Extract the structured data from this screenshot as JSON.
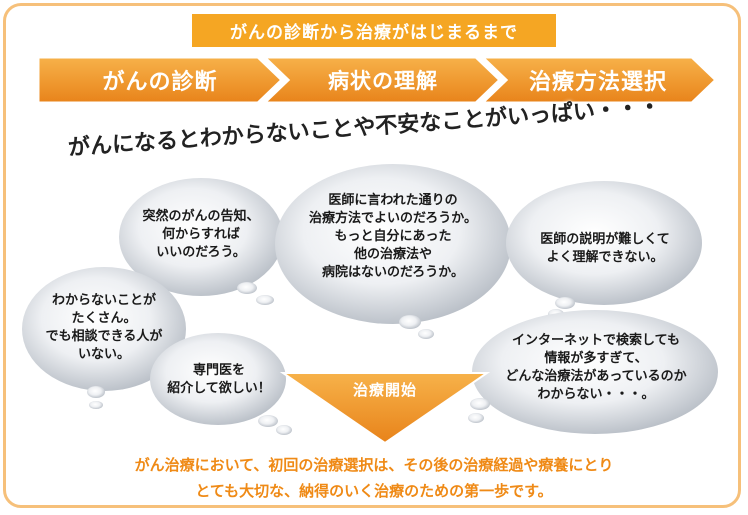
{
  "header": {
    "title": "がんの診断から治療がはじまるまで"
  },
  "steps": [
    {
      "label": "がんの診断"
    },
    {
      "label": "病状の理解"
    },
    {
      "label": "治療方法選択"
    }
  ],
  "headline": "がんになるとわからないことや不安なことがいっぱい・・・",
  "bubbles": {
    "sudden_notice": "突然のがんの告知、\n何からすれば\nいいのだろう。",
    "doctor_said": "医師に言われた通りの\n治療方法でよいのだろうか。\nもっと自分にあった\n他の治療法や\n病院はないのだろうか。",
    "explanation_hard": "医師の説明が難しくて\nよく理解できない。",
    "no_one_to_ask": "わからないことが\nたくさん。\nでも相談できる人が\nいない。",
    "refer_specialist": "専門医を\n紹介して欲しい！",
    "too_much_info": "インターネットで検索しても\n情報が多すぎて、\nどんな治療法があっているのか\nわからない・・・。"
  },
  "start": {
    "label": "治療開始"
  },
  "footer": {
    "line1": "がん治療において、初回の治療選択は、その後の治療経過や療養にとり",
    "line2": "とても大切な、納得のいく治療のための第一歩です。"
  },
  "colors": {
    "orange": "#f5a623",
    "orange_dark": "#e8831a",
    "frame": "#f6c07a",
    "footer_text": "#ef8a16"
  }
}
